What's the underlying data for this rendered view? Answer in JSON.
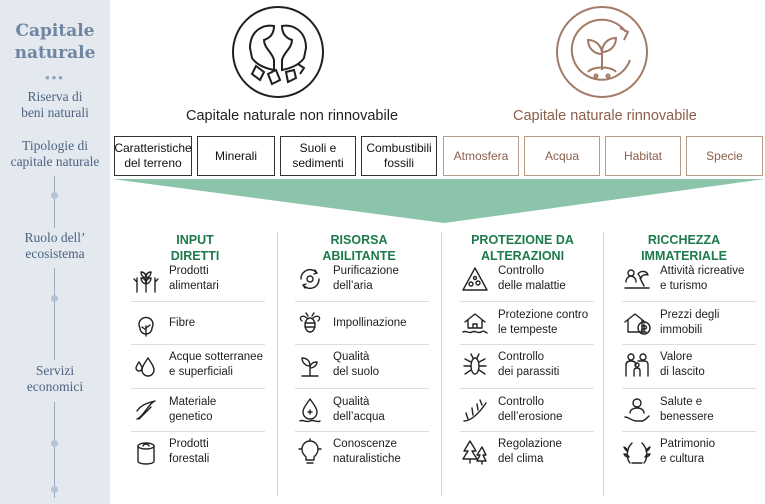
{
  "rail": {
    "title_line1": "Capitale",
    "title_line2": "naturale",
    "riserva_line1": "Riserva di",
    "riserva_line2": "beni naturali",
    "tipologie_line1": "Tipologie di",
    "tipologie_line2": "capitale naturale",
    "ruolo_line1": "Ruolo dell’",
    "ruolo_line2": "ecosistema",
    "servizi_line1": "Servizi",
    "servizi_line2": "economici"
  },
  "non_renewable": {
    "title": "Capitale naturale non rinnovabile",
    "categories": [
      {
        "l1": "Caratteristiche",
        "l2": "del terreno"
      },
      {
        "l1": "Minerali",
        "l2": ""
      },
      {
        "l1": "Suoli e",
        "l2": "sedimenti"
      },
      {
        "l1": "Combustibili",
        "l2": "fossili"
      }
    ]
  },
  "renewable": {
    "title": "Capitale naturale rinnovabile",
    "categories": [
      {
        "l1": "Atmosfera",
        "l2": ""
      },
      {
        "l1": "Acqua",
        "l2": ""
      },
      {
        "l1": "Habitat",
        "l2": ""
      },
      {
        "l1": "Specie",
        "l2": ""
      }
    ]
  },
  "colors": {
    "green": "#1d7a4d",
    "funnel": "#8cc4ab",
    "brown": "#8a5e4a",
    "rail": "#e4e8ef"
  },
  "columns": [
    {
      "head1": "INPUT",
      "head2": "DIRETTI",
      "items": [
        {
          "icon": "wheat-icon",
          "l1": "Prodotti",
          "l2": "alimentari"
        },
        {
          "icon": "tree-icon",
          "l1": "Fibre",
          "l2": ""
        },
        {
          "icon": "water-drops-icon",
          "l1": "Acque sotterranee",
          "l2": "e superficiali"
        },
        {
          "icon": "dna-icon",
          "l1": "Materiale",
          "l2": "genetico"
        },
        {
          "icon": "log-icon",
          "l1": "Prodotti",
          "l2": "forestali"
        }
      ]
    },
    {
      "head1": "RISORSA",
      "head2": "ABILITANTE",
      "items": [
        {
          "icon": "air-cycle-icon",
          "l1": "Purificazione",
          "l2": "dell’aria"
        },
        {
          "icon": "bee-icon",
          "l1": "Impollinazione",
          "l2": ""
        },
        {
          "icon": "sprout-icon",
          "l1": "Qualità",
          "l2": "del suolo"
        },
        {
          "icon": "water-quality-icon",
          "l1": "Qualità",
          "l2": "dell’acqua"
        },
        {
          "icon": "lightbulb-icon",
          "l1": "Conoscenze",
          "l2": "naturalistiche"
        }
      ]
    },
    {
      "head1": "PROTEZIONE DA",
      "head2": "ALTERAZIONI",
      "items": [
        {
          "icon": "virus-warning-icon",
          "l1": "Controllo",
          "l2": "delle malattie"
        },
        {
          "icon": "flood-house-icon",
          "l1": "Protezione contro",
          "l2": "le tempeste"
        },
        {
          "icon": "insect-icon",
          "l1": "Controllo",
          "l2": "dei parassiti"
        },
        {
          "icon": "erosion-icon",
          "l1": "Controllo",
          "l2": "dell’erosione"
        },
        {
          "icon": "forest-icon",
          "l1": "Regolazione",
          "l2": "del clima"
        }
      ]
    },
    {
      "head1": "RICCHEZZA",
      "head2": "IMMATERIALE",
      "items": [
        {
          "icon": "recreation-icon",
          "l1": "Attività ricreative",
          "l2": "e turismo"
        },
        {
          "icon": "house-price-icon",
          "l1": "Prezzi degli",
          "l2": "immobili"
        },
        {
          "icon": "family-icon",
          "l1": "Valore",
          "l2": "di lascito"
        },
        {
          "icon": "health-hand-icon",
          "l1": "Salute e",
          "l2": "benessere"
        },
        {
          "icon": "laurel-icon",
          "l1": "Patrimonio",
          "l2": "e cultura"
        }
      ]
    }
  ]
}
